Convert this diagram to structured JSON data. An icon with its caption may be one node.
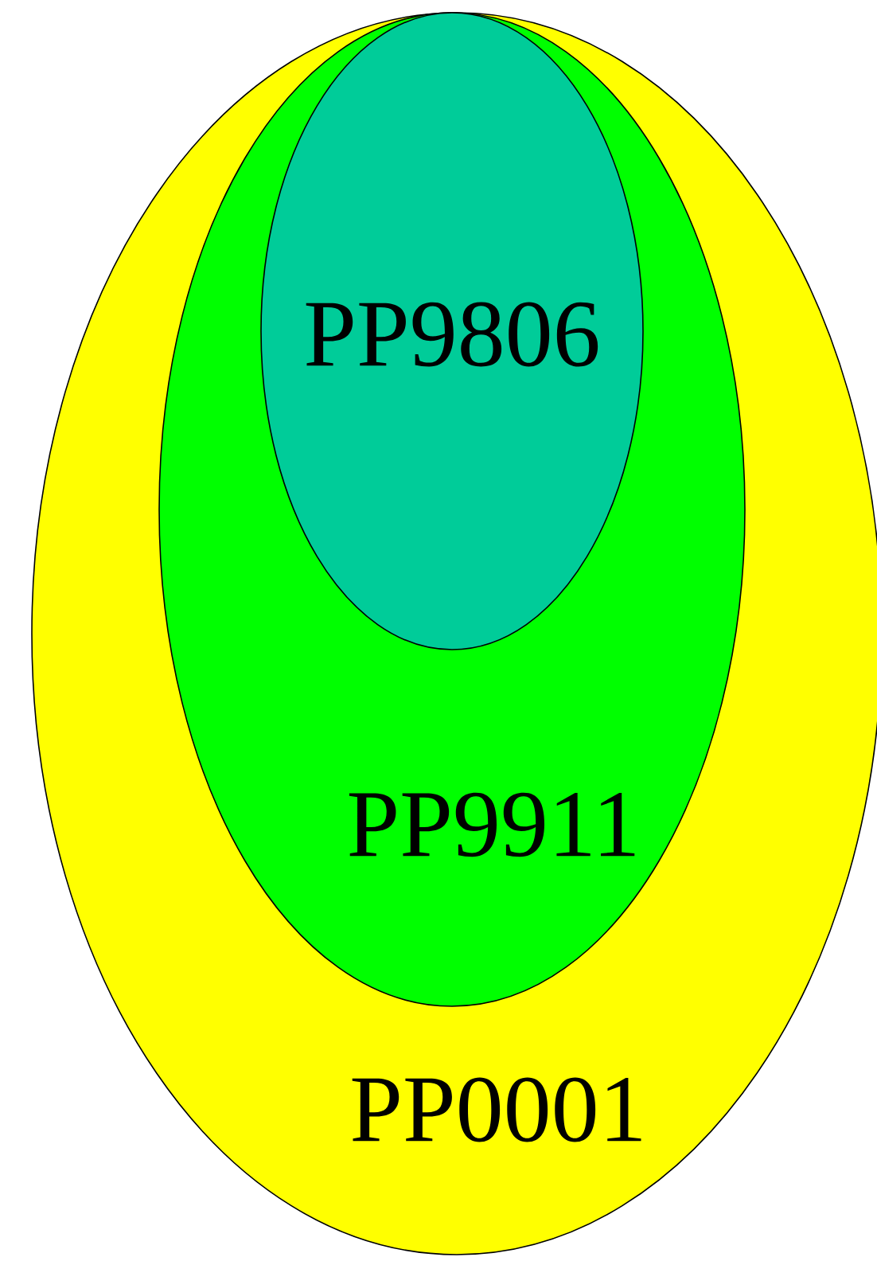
{
  "diagram": {
    "nodes": [
      {
        "text": [
          "PP0001"
        ]
      },
      {
        "text": [
          "PP9911"
        ],
        "in": 0
      },
      {
        "text": [
          "PP9806"
        ],
        "in": 1
      }
    ]
  }
}
